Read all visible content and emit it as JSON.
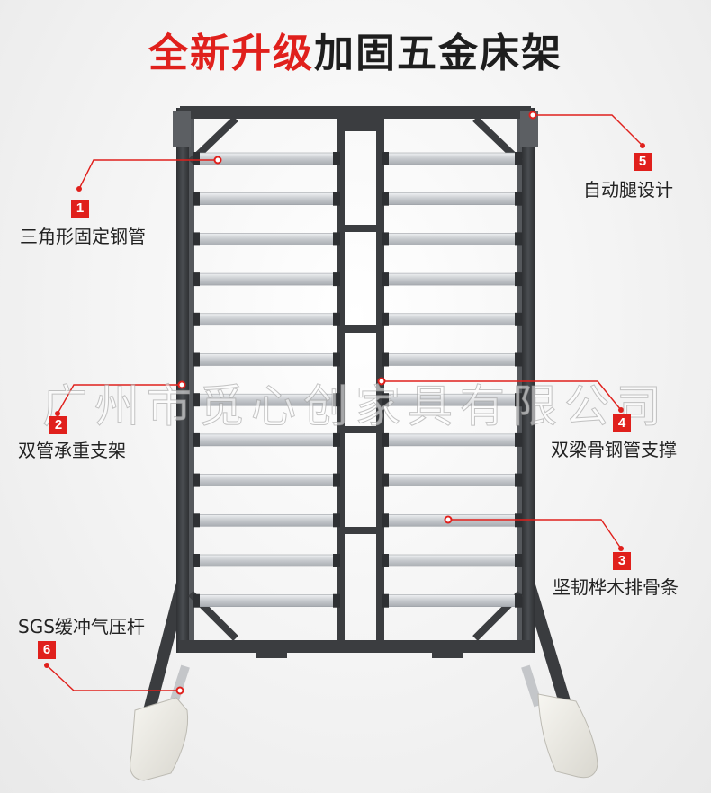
{
  "headline": {
    "highlight": "全新升级",
    "rest": "加固五金床架"
  },
  "watermark": "广州市觅心创家具有限公司",
  "callouts": [
    {
      "number": "1",
      "text": "三角形固定钢管"
    },
    {
      "number": "2",
      "text": "双管承重支架"
    },
    {
      "number": "3",
      "text": "坚韧桦木排骨条"
    },
    {
      "number": "4",
      "text": "双梁骨钢管支撑"
    },
    {
      "number": "5",
      "text": "自动腿设计"
    },
    {
      "number": "6",
      "text": "SGS缓冲气压杆"
    }
  ],
  "colors": {
    "accent": "#e0201c",
    "frame": "#3b3d40",
    "slat": "#c9ccd0",
    "foot": "#ecebe4"
  }
}
